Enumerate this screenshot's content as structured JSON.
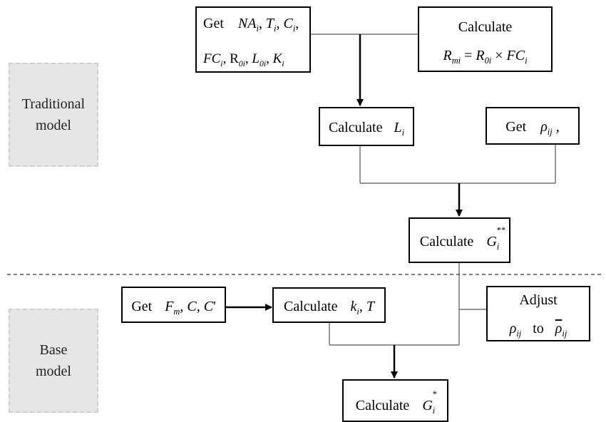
{
  "side_labels": {
    "traditional": [
      "Traditional",
      "model"
    ],
    "base": [
      "Base",
      "model"
    ]
  },
  "boxes": {
    "get_inputs": {
      "word": "Get",
      "line1": [
        "NA",
        "i",
        ",",
        "T",
        "i",
        ",",
        "C",
        "i",
        ","
      ],
      "line2": [
        "FC",
        "i",
        ",",
        "R",
        "0i",
        ",",
        "L",
        "0i",
        ",",
        "K",
        "i"
      ]
    },
    "calc_rmi": {
      "title": "Calculate",
      "lhs": "R",
      "lhs_sub": "mi",
      "eq": "=",
      "r": "R",
      "r_sub": "0i",
      "times": "×",
      "fc": "FC",
      "fc_sub": "i"
    },
    "calc_li": {
      "word": "Calculate",
      "var": "L",
      "sub": "i"
    },
    "get_rho": {
      "word": "Get",
      "var": "ρ",
      "sub": "ij",
      "tail": ","
    },
    "calc_g2": {
      "word": "Calculate",
      "var": "G",
      "sub": "i",
      "sup": "**"
    },
    "get_fm": {
      "word": "Get",
      "f": "F",
      "f_sub": "m",
      "rest1": ",",
      "c": "C",
      "rest2": ",",
      "c2": "C",
      "prime": "'"
    },
    "calc_ki": {
      "word": "Calculate",
      "var": "k",
      "sub": "i",
      "comma": ",",
      "t": "T"
    },
    "adjust": {
      "title": "Adjust",
      "rho": "ρ",
      "rho_sub": "ij",
      "to": "to",
      "rho_bar": "ρ",
      "rho_bar_sub": "ij"
    },
    "calc_g1": {
      "word": "Calculate",
      "var": "G",
      "sub": "i",
      "sup": "*"
    }
  }
}
